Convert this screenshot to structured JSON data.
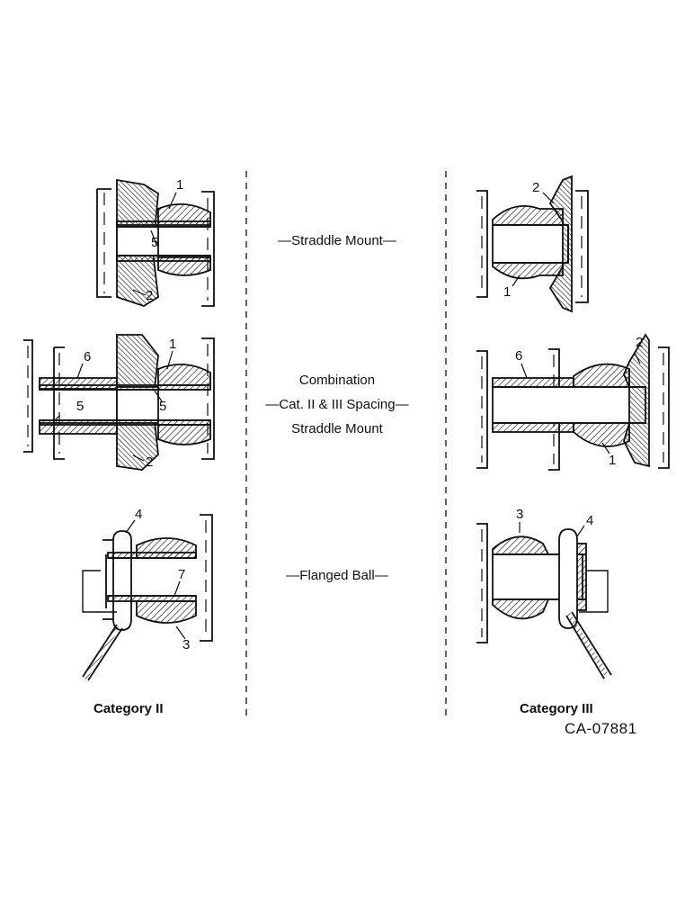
{
  "captions": {
    "straddle_mount": "—Straddle Mount—",
    "combination_line1": "Combination",
    "combination_line2": "—Cat. II & III Spacing—",
    "combination_line3": "Straddle Mount",
    "flanged_ball": "—Flanged Ball—"
  },
  "categories": {
    "left": "Category II",
    "right": "Category III"
  },
  "drawing_code": "CA-07881",
  "callouts": {
    "l1_a": "1",
    "l1_b": "5",
    "l1_c": "2",
    "l2_a": "6",
    "l2_b": "1",
    "l2_c": "5",
    "l2_d": "5",
    "l2_e": "2",
    "l3_a": "4",
    "l3_b": "7",
    "l3_c": "3",
    "r1_a": "2",
    "r1_b": "1",
    "r2_a": "6",
    "r2_b": "2",
    "r2_c": "1",
    "r3_a": "3",
    "r3_b": "4"
  }
}
